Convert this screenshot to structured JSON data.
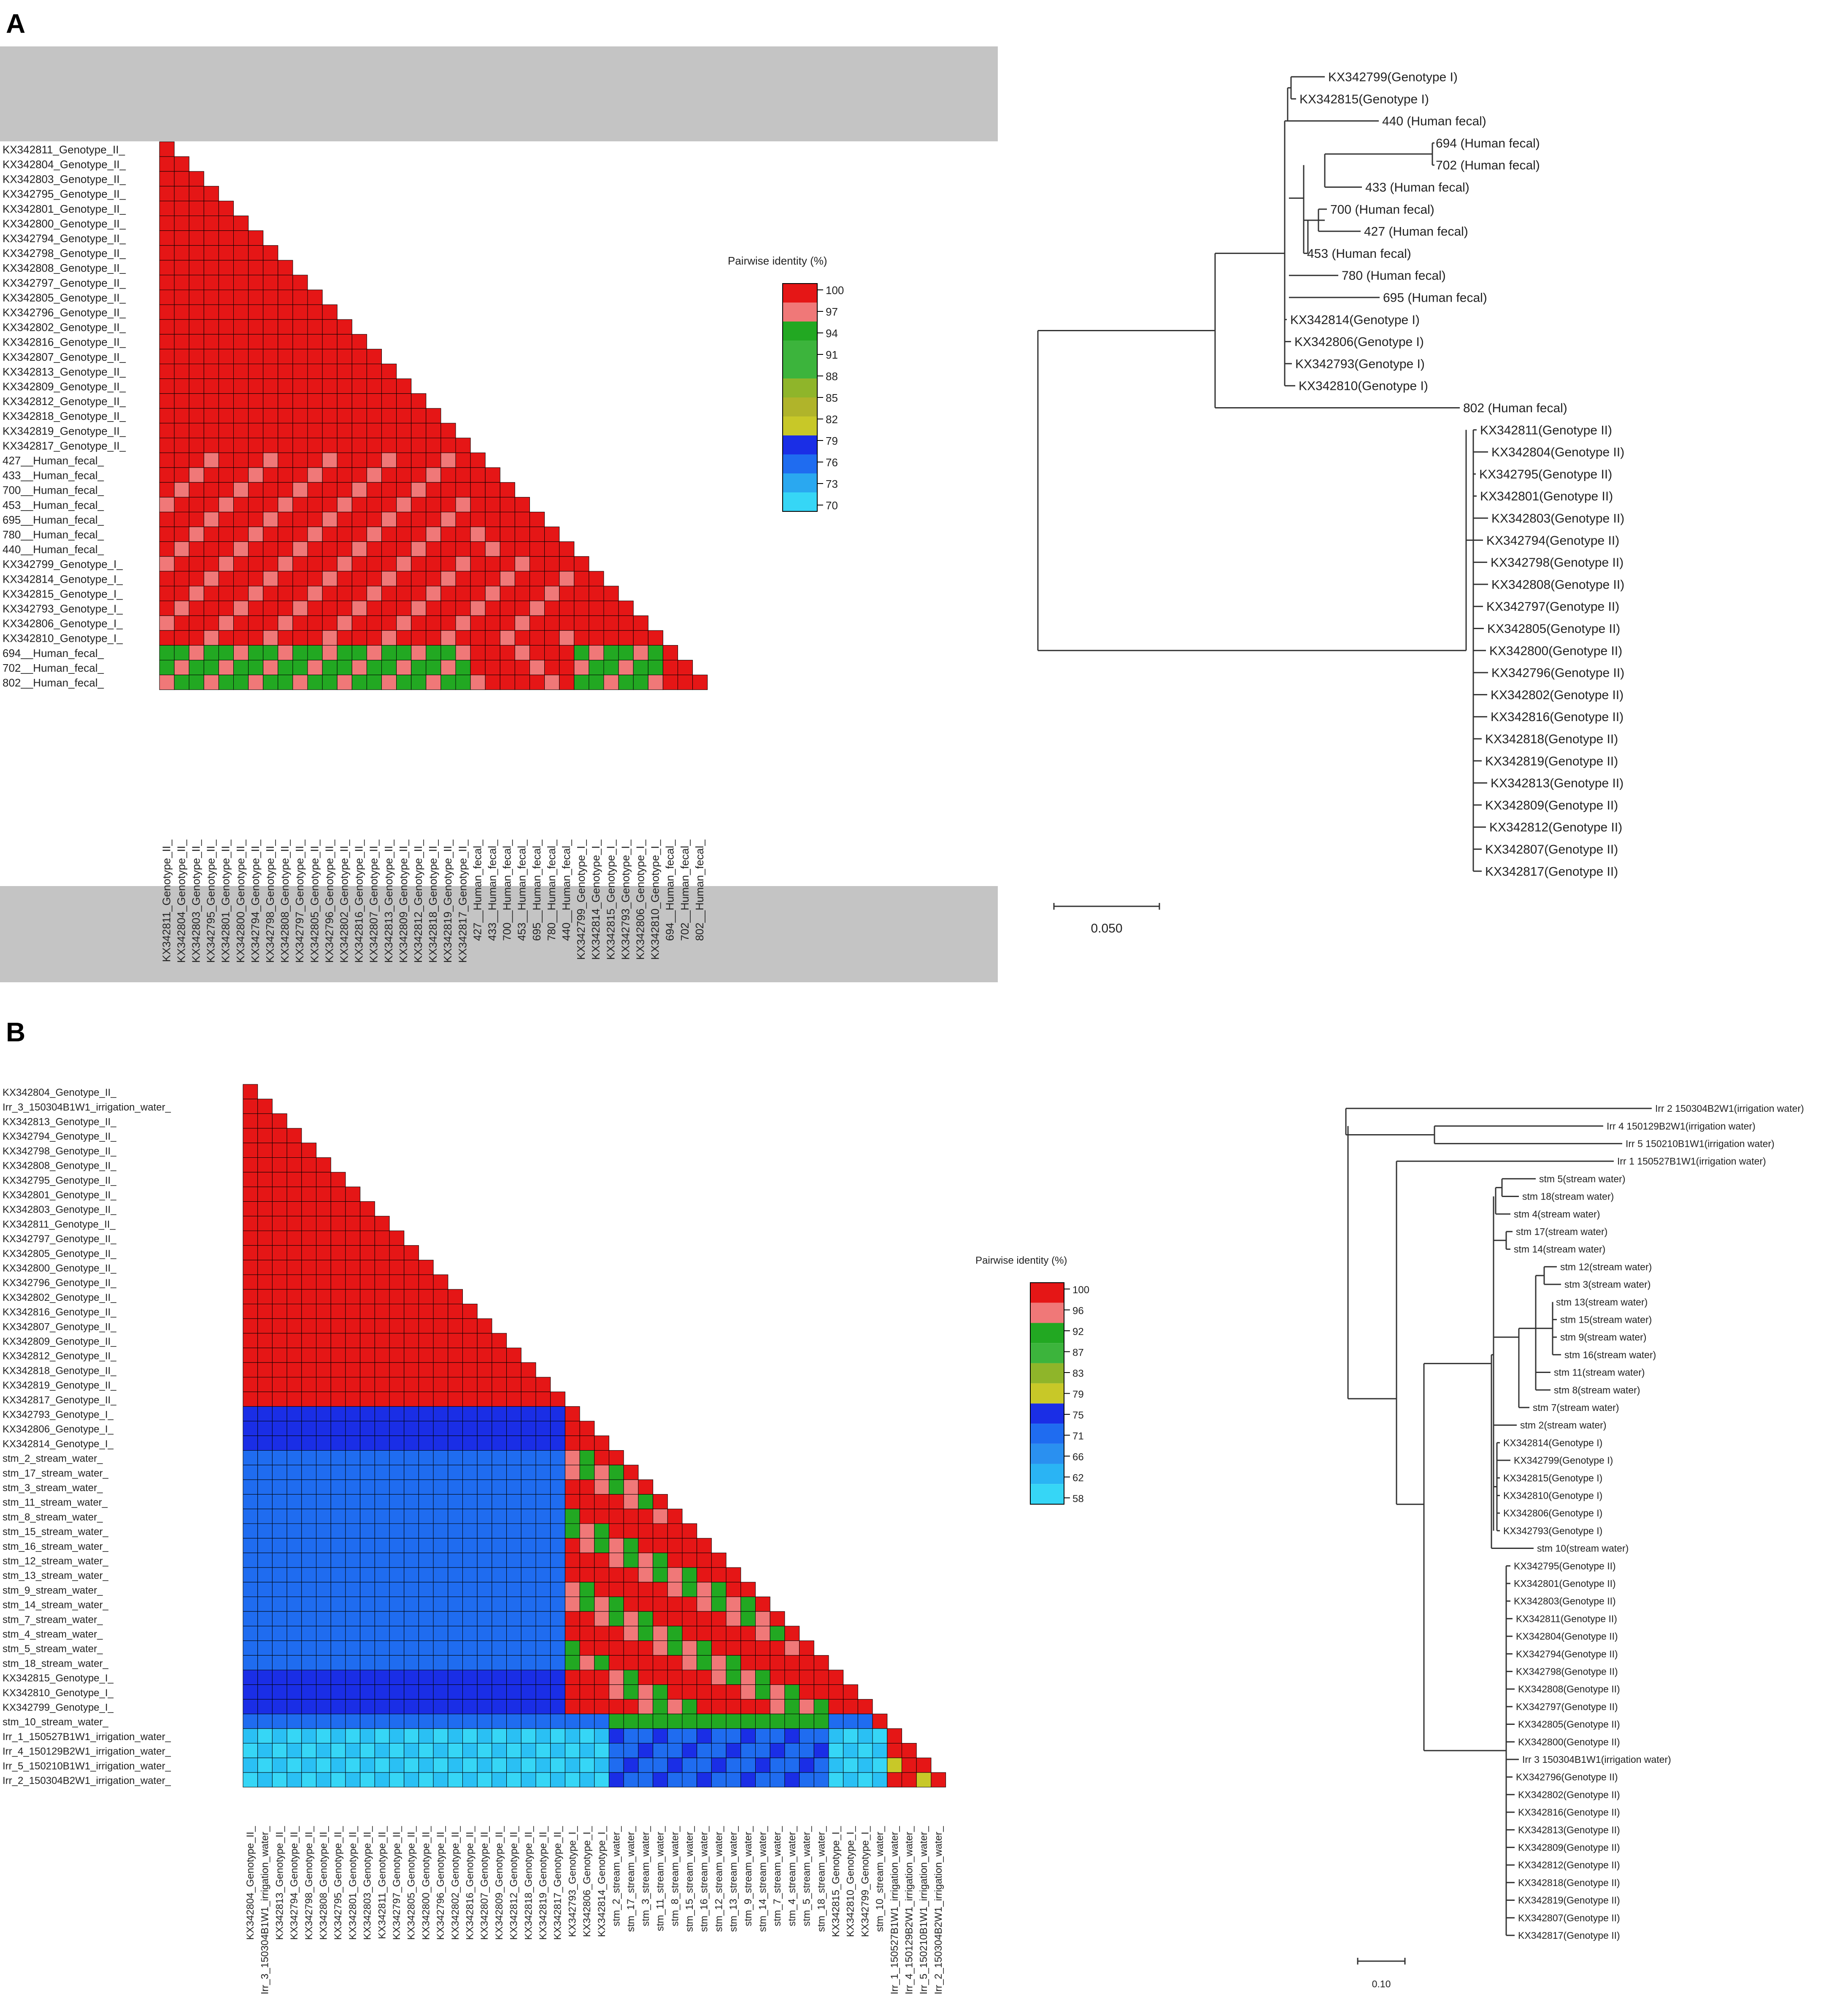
{
  "panel_a": {
    "letter": "A",
    "heatmap": {
      "labels": [
        "KX342811_Genotype_II_",
        "KX342804_Genotype_II_",
        "KX342803_Genotype_II_",
        "KX342795_Genotype_II_",
        "KX342801_Genotype_II_",
        "KX342800_Genotype_II_",
        "KX342794_Genotype_II_",
        "KX342798_Genotype_II_",
        "KX342808_Genotype_II_",
        "KX342797_Genotype_II_",
        "KX342805_Genotype_II_",
        "KX342796_Genotype_II_",
        "KX342802_Genotype_II_",
        "KX342816_Genotype_II_",
        "KX342807_Genotype_II_",
        "KX342813_Genotype_II_",
        "KX342809_Genotype_II_",
        "KX342812_Genotype_II_",
        "KX342818_Genotype_II_",
        "KX342819_Genotype_II_",
        "KX342817_Genotype_II_",
        "427__Human_fecal_",
        "433__Human_fecal_",
        "700__Human_fecal_",
        "453__Human_fecal_",
        "695__Human_fecal_",
        "780__Human_fecal_",
        "440__Human_fecal_",
        "KX342799_Genotype_I_",
        "KX342814_Genotype_I_",
        "KX342815_Genotype_I_",
        "KX342793_Genotype_I_",
        "KX342806_Genotype_I_",
        "KX342810_Genotype_I_",
        "694__Human_fecal_",
        "702__Human_fecal_",
        "802__Human_fecal_"
      ],
      "groups": {
        "genotype_II": [
          0,
          20
        ],
        "human_1": [
          21,
          27
        ],
        "genotype_I": [
          28,
          33
        ],
        "human_2": [
          34,
          36
        ]
      },
      "legend_title": "Pairwise identity (%)",
      "legend_ticks": [
        "100",
        "97",
        "94",
        "91",
        "88",
        "85",
        "82",
        "79",
        "76",
        "73",
        "70"
      ],
      "legend_colors": [
        "#e51616",
        "#f07878",
        "#22a822",
        "#3cb43c",
        "#3cb43c",
        "#8fb52a",
        "#b0b42a",
        "#c8c828",
        "#1a2ee6",
        "#1f6cf0",
        "#2aa8f0",
        "#36d6f6"
      ]
    },
    "tree": {
      "scale_label": "0.050",
      "tips": [
        "KX342799(Genotype I)",
        "KX342815(Genotype I)",
        "440 (Human fecal)",
        "694 (Human fecal)",
        "702 (Human fecal)",
        "433 (Human fecal)",
        "700 (Human fecal)",
        "427 (Human fecal)",
        "453 (Human fecal)",
        "780 (Human fecal)",
        "695 (Human fecal)",
        "KX342814(Genotype I)",
        "KX342806(Genotype I)",
        "KX342793(Genotype I)",
        "KX342810(Genotype I)",
        "802 (Human fecal)",
        "KX342811(Genotype II)",
        "KX342804(Genotype II)",
        "KX342795(Genotype II)",
        "KX342801(Genotype II)",
        "KX342803(Genotype II)",
        "KX342794(Genotype II)",
        "KX342798(Genotype II)",
        "KX342808(Genotype II)",
        "KX342797(Genotype II)",
        "KX342805(Genotype II)",
        "KX342800(Genotype II)",
        "KX342796(Genotype II)",
        "KX342802(Genotype II)",
        "KX342816(Genotype II)",
        "KX342818(Genotype II)",
        "KX342819(Genotype II)",
        "KX342813(Genotype II)",
        "KX342809(Genotype II)",
        "KX342812(Genotype II)",
        "KX342807(Genotype II)",
        "KX342817(Genotype II)"
      ]
    }
  },
  "panel_b": {
    "letter": "B",
    "heatmap": {
      "labels": [
        "KX342804_Genotype_II_",
        "Irr_3_150304B1W1_irrigation_water_",
        "KX342813_Genotype_II_",
        "KX342794_Genotype_II_",
        "KX342798_Genotype_II_",
        "KX342808_Genotype_II_",
        "KX342795_Genotype_II_",
        "KX342801_Genotype_II_",
        "KX342803_Genotype_II_",
        "KX342811_Genotype_II_",
        "KX342797_Genotype_II_",
        "KX342805_Genotype_II_",
        "KX342800_Genotype_II_",
        "KX342796_Genotype_II_",
        "KX342802_Genotype_II_",
        "KX342816_Genotype_II_",
        "KX342807_Genotype_II_",
        "KX342809_Genotype_II_",
        "KX342812_Genotype_II_",
        "KX342818_Genotype_II_",
        "KX342819_Genotype_II_",
        "KX342817_Genotype_II_",
        "KX342793_Genotype_I_",
        "KX342806_Genotype_I_",
        "KX342814_Genotype_I_",
        "stm_2_stream_water_",
        "stm_17_stream_water_",
        "stm_3_stream_water_",
        "stm_11_stream_water_",
        "stm_8_stream_water_",
        "stm_15_stream_water_",
        "stm_16_stream_water_",
        "stm_12_stream_water_",
        "stm_13_stream_water_",
        "stm_9_stream_water_",
        "stm_14_stream_water_",
        "stm_7_stream_water_",
        "stm_4_stream_water_",
        "stm_5_stream_water_",
        "stm_18_stream_water_",
        "KX342815_Genotype_I_",
        "KX342810_Genotype_I_",
        "KX342799_Genotype_I_",
        "stm_10_stream_water_",
        "Irr_1_150527B1W1_irrigation_water_",
        "Irr_4_150129B2W1_irrigation_water_",
        "Irr_5_150210B1W1_irrigation_water_",
        "Irr_2_150304B2W1_irrigation_water_"
      ],
      "groups": {
        "genotype_II": [
          0,
          21
        ],
        "genotype_I_a": [
          22,
          24
        ],
        "stream": [
          25,
          39
        ],
        "genotype_I_b": [
          40,
          42
        ],
        "stm10": [
          43,
          43
        ],
        "irrigation": [
          44,
          47
        ]
      },
      "legend_title": "Pairwise identity (%)",
      "legend_ticks": [
        "100",
        "96",
        "92",
        "87",
        "83",
        "79",
        "75",
        "71",
        "66",
        "62",
        "58"
      ],
      "legend_colors": [
        "#e51616",
        "#f07878",
        "#22a822",
        "#3cb43c",
        "#8fb52a",
        "#c8c828",
        "#1a2ee6",
        "#1f6cf0",
        "#2a90f0",
        "#2ab4f4",
        "#36d6f6"
      ]
    },
    "tree": {
      "scale_label": "0.10",
      "tips": [
        "Irr 2 150304B2W1(irrigation water)",
        "Irr 4 150129B2W1(irrigation water)",
        "Irr 5 150210B1W1(irrigation water)",
        "Irr 1 150527B1W1(irrigation water)",
        "stm 5(stream water)",
        "stm 18(stream water)",
        "stm 4(stream water)",
        "stm 17(stream water)",
        "stm 14(stream water)",
        "stm 12(stream water)",
        "stm 3(stream water)",
        "stm 13(stream water)",
        "stm 15(stream water)",
        "stm 9(stream water)",
        "stm 16(stream water)",
        "stm 11(stream water)",
        "stm 8(stream water)",
        "stm 7(stream water)",
        "stm 2(stream water)",
        "KX342814(Genotype I)",
        "KX342799(Genotype I)",
        "KX342815(Genotype I)",
        "KX342810(Genotype I)",
        "KX342806(Genotype I)",
        "KX342793(Genotype I)",
        "stm 10(stream water)",
        "KX342795(Genotype II)",
        "KX342801(Genotype II)",
        "KX342803(Genotype II)",
        "KX342811(Genotype II)",
        "KX342804(Genotype II)",
        "KX342794(Genotype II)",
        "KX342798(Genotype II)",
        "KX342808(Genotype II)",
        "KX342797(Genotype II)",
        "KX342805(Genotype II)",
        "KX342800(Genotype II)",
        "Irr 3 150304B1W1(irrigation water)",
        "KX342796(Genotype II)",
        "KX342802(Genotype II)",
        "KX342816(Genotype II)",
        "KX342813(Genotype II)",
        "KX342809(Genotype II)",
        "KX342812(Genotype II)",
        "KX342818(Genotype II)",
        "KX342819(Genotype II)",
        "KX342807(Genotype II)",
        "KX342817(Genotype II)"
      ]
    }
  }
}
